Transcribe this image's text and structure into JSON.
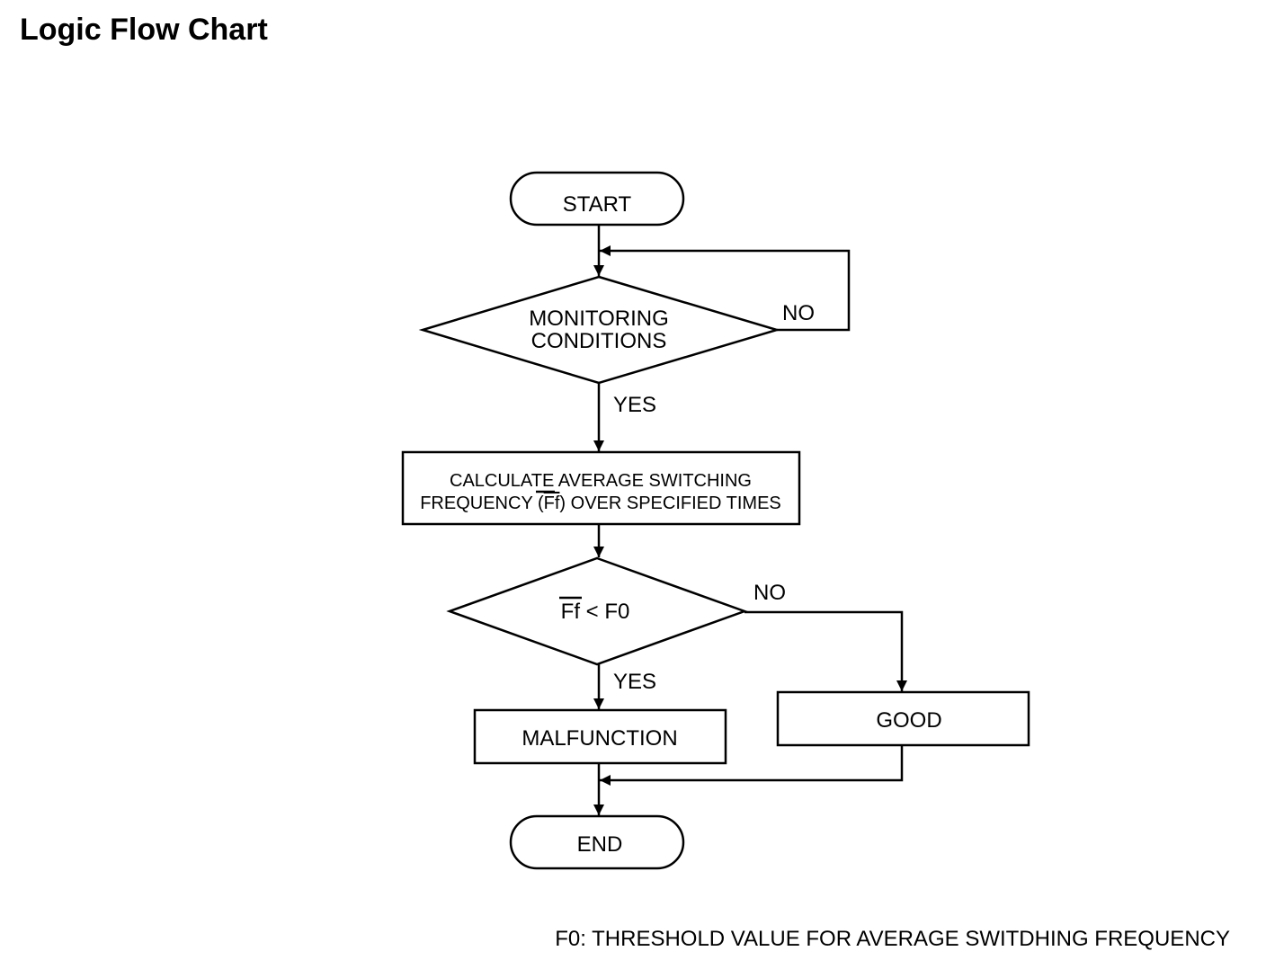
{
  "title": "Logic Flow Chart",
  "nodes": {
    "start": "START",
    "monitoring_line1": "MONITORING",
    "monitoring_line2": "CONDITIONS",
    "calc_line1": "CALCULATE AVERAGE SWITCHING",
    "calc_line2_a": "FREQUENCY (",
    "calc_line2_ff": "Ff",
    "calc_line2_b": ") OVER SPECIFIED TIMES",
    "compare_ff": "Ff",
    "compare_rest": " < F0",
    "malfunction": "MALFUNCTION",
    "good": "GOOD",
    "end": "END"
  },
  "edges": {
    "monitoring_no": "NO",
    "monitoring_yes": "YES",
    "compare_no": "NO",
    "compare_yes": "YES"
  },
  "footnote": "F0: THRESHOLD VALUE FOR AVERAGE SWITDHING FREQUENCY"
}
